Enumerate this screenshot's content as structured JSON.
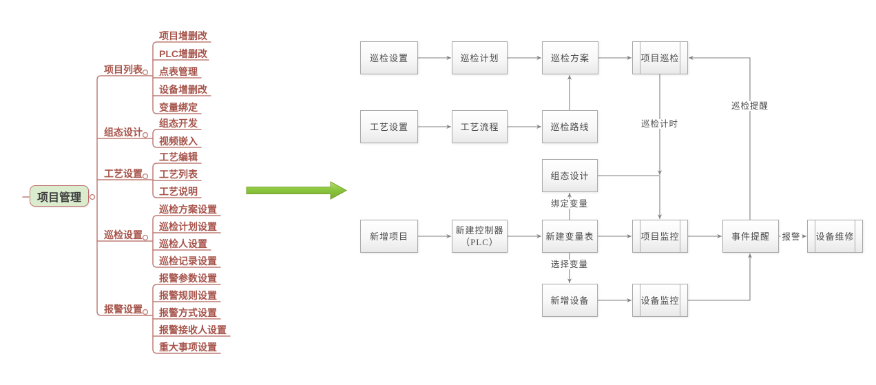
{
  "mindmap": {
    "root": "项目管理",
    "branches": [
      {
        "label": "项目列表",
        "leaves": [
          "项目增删改",
          "PLC增删改",
          "点表管理",
          "设备增删改",
          "变量绑定"
        ]
      },
      {
        "label": "组态设计",
        "leaves": [
          "组态开发",
          "视频嵌入"
        ]
      },
      {
        "label": "工艺设置",
        "leaves": [
          "工艺编辑",
          "工艺列表",
          "工艺说明"
        ]
      },
      {
        "label": "巡检设置",
        "leaves": [
          "巡检方案设置",
          "巡检计划设置",
          "巡检人设置",
          "巡检记录设置"
        ]
      },
      {
        "label": "报警设置",
        "leaves": [
          "报警参数设置",
          "报警规则设置",
          "报警方式设置",
          "报警接收人设置",
          "重大事项设置"
        ]
      }
    ],
    "colors": {
      "line": "#bf7d76",
      "text": "#a6544b",
      "root_fill": "#daeccd",
      "root_border": "#c0706a"
    }
  },
  "transform_arrow": {
    "direction": "right",
    "fill": "#8cc63f",
    "border": "#76a32c"
  },
  "flowchart": {
    "nodes": [
      {
        "label": "巡检设置",
        "type": "process"
      },
      {
        "label": "巡检计划",
        "type": "process"
      },
      {
        "label": "巡检方案",
        "type": "process"
      },
      {
        "label": "项目巡检",
        "type": "predefined-process"
      },
      {
        "label": "工艺设置",
        "type": "process"
      },
      {
        "label": "工艺流程",
        "type": "process"
      },
      {
        "label": "巡检路线",
        "type": "process"
      },
      {
        "label": "组态设计",
        "type": "process"
      },
      {
        "label": "新增项目",
        "type": "process"
      },
      {
        "label": "新建控制器",
        "label2": "（PLC）",
        "type": "process"
      },
      {
        "label": "新建变量表",
        "type": "process"
      },
      {
        "label": "项目监控",
        "type": "predefined-process"
      },
      {
        "label": "事件提醒",
        "type": "process"
      },
      {
        "label": "设备维修",
        "type": "predefined-process"
      },
      {
        "label": "新增设备",
        "type": "process"
      },
      {
        "label": "设备监控",
        "type": "predefined-process"
      }
    ],
    "edge_labels": {
      "timer": "巡检计时",
      "remind": "巡检提醒",
      "bind": "绑定变量",
      "select": "选择变量",
      "alarm": "报警"
    },
    "edges": [
      {
        "from": "巡检设置",
        "to": "巡检计划"
      },
      {
        "from": "巡检计划",
        "to": "巡检方案"
      },
      {
        "from": "巡检方案",
        "to": "项目巡检"
      },
      {
        "from": "工艺设置",
        "to": "工艺流程"
      },
      {
        "from": "工艺流程",
        "to": "巡检路线"
      },
      {
        "from": "巡检路线",
        "to": "巡检方案"
      },
      {
        "from": "项目巡检",
        "to": "项目监控",
        "label": "巡检计时"
      },
      {
        "from": "组态设计",
        "to": "项目监控"
      },
      {
        "from": "新建变量表",
        "to": "组态设计",
        "label": "绑定变量"
      },
      {
        "from": "新增项目",
        "to": "新建控制器（PLC）"
      },
      {
        "from": "新建控制器（PLC）",
        "to": "新建变量表"
      },
      {
        "from": "新建变量表",
        "to": "项目监控"
      },
      {
        "from": "项目监控",
        "to": "事件提醒"
      },
      {
        "from": "事件提醒",
        "to": "设备维修",
        "label": "报警"
      },
      {
        "from": "新建变量表",
        "to": "新增设备",
        "label": "选择变量"
      },
      {
        "from": "新增设备",
        "to": "设备监控"
      },
      {
        "from": "设备监控",
        "to": "事件提醒"
      },
      {
        "from": "事件提醒",
        "to": "项目巡检",
        "label": "巡检提醒"
      }
    ],
    "colors": {
      "line": "#7f7f7f",
      "box_border": "#a9a9a9",
      "text": "#4a4a4a"
    }
  }
}
